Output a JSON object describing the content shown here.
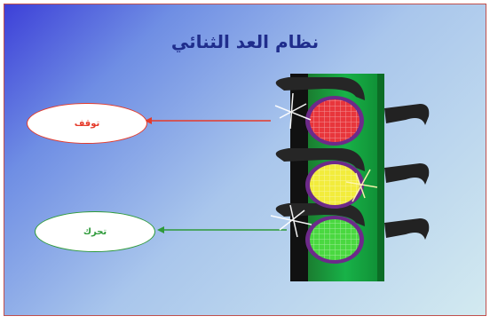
{
  "slide": {
    "title": "نظام العد الثنائي"
  },
  "labels": {
    "stop": "توقف",
    "go": "تحرك"
  },
  "colors": {
    "title": "#1f2d8c",
    "stop": "#e53a2a",
    "go": "#2e9a3a",
    "light_body": "#10a040",
    "red_lamp": "#e8363c",
    "yellow_lamp": "#f2ec3c",
    "green_lamp": "#4ad840"
  },
  "icons": [
    "traffic-light-icon",
    "arrow-left-icon",
    "sparkle-icon"
  ]
}
